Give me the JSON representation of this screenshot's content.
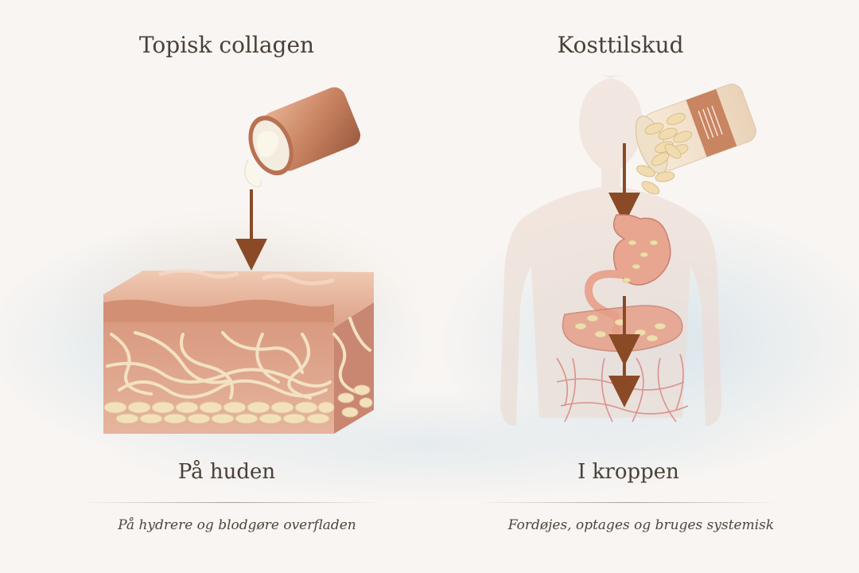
{
  "left": {
    "title": "Topisk collagen",
    "subtitle": "På huden",
    "description": "På hydrere og blodgøre overfladen"
  },
  "right": {
    "title": "Kosttilskud",
    "subtitle": "I kroppen",
    "description": "Fordøjes, optages og bruges systemisk"
  },
  "colors": {
    "arrow": "#8a4a26",
    "skin": "#e3ab93",
    "collagen_fiber": "#f3e2c2",
    "jar": "#c98462",
    "capsule": "#f0dcae",
    "body_silhouette": "#f1e4dc",
    "vessels": "#d98a86",
    "text": "#4a4038"
  },
  "icons": [
    "cream-jar-icon",
    "supplement-bottle-icon",
    "capsule-icon",
    "stomach-icon",
    "intestine-icon",
    "blood-vessels-icon",
    "skin-cross-section-icon"
  ]
}
